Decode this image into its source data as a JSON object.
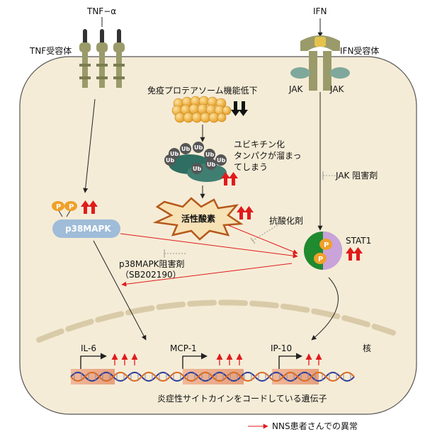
{
  "labels": {
    "tnf_alpha": "TNF−α",
    "tnf_receptor": "TNF受容体",
    "ifn": "IFN",
    "ifn_receptor": "IFN受容体",
    "jak_left": "JAK",
    "jak_right": "JAK",
    "proteasome": "免疫プロテアソーム機能低下",
    "ubiquitin_line1": "ユビキチン化",
    "ubiquitin_line2": "タンパクが溜まっ",
    "ubiquitin_line3": "てしまう",
    "ub_tag": "Ub",
    "jak_inhibitor": "JAK 阻害剤",
    "ros": "活性酸素",
    "antioxidant": "抗酸化剤",
    "p38mapk": "p38MAPK",
    "phospho": "P",
    "stat1": "STAT1",
    "p38_inhibitor_line1": "p38MAPK阻害剤",
    "p38_inhibitor_line2": "（SB202190）",
    "nucleus": "核",
    "gene_il6": "IL-6",
    "gene_mcp1": "MCP-1",
    "gene_ip10": "IP-10",
    "genes_caption": "炎症性サイトカインをコードしている遺伝子",
    "legend": "NNS患者さんでの異常"
  },
  "colors": {
    "cell_fill": "#f5ecd7",
    "receptor": "#9a9a6a",
    "jak": "#7fa89c",
    "proteasome": "#f2b33d",
    "p38mapk": "#9fbcd8",
    "stat1_green": "#1f8a2e",
    "stat1_purple": "#c9a3d9",
    "abnormal_red": "#e01b1b",
    "phospho_orange": "#f0a028"
  }
}
